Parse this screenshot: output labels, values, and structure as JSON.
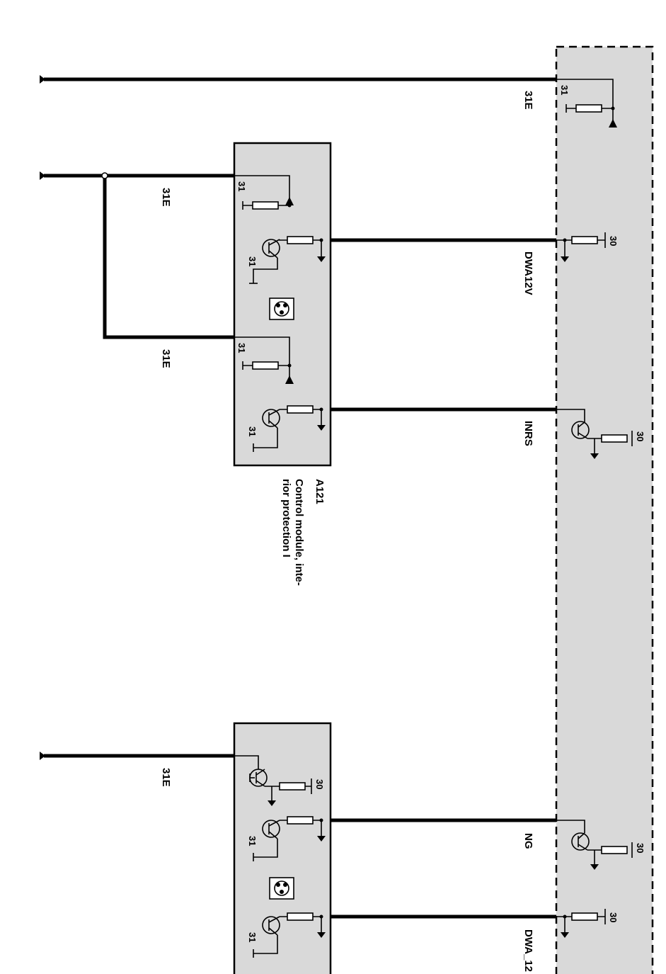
{
  "labels": {
    "ground_31e": "31E",
    "pin_31": "31",
    "pin_30": "30",
    "dwa12v": "DWA12V",
    "inrs": "INRS",
    "ng": "NG",
    "dwa_12": "DWA_12"
  },
  "module_a121": {
    "code": "A121",
    "name_line1": "Control module, inte-",
    "name_line2": "rior protection I"
  }
}
